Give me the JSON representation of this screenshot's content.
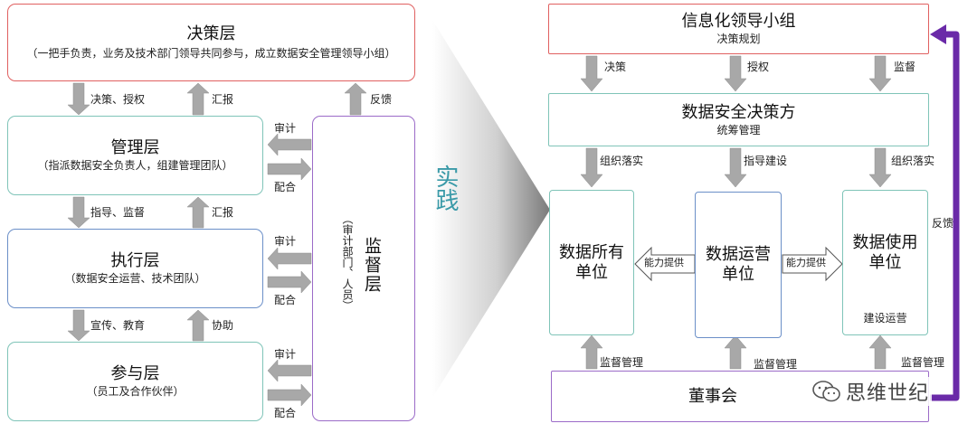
{
  "left": {
    "layers": {
      "decision": {
        "title": "决策层",
        "subtitle": "（一把手负责，业务及技术部门领导共同参与，成立数据安全管理领导小组）"
      },
      "management": {
        "title": "管理层",
        "subtitle": "（指派数据安全负责人，组建管理团队）"
      },
      "execution": {
        "title": "执行层",
        "subtitle": "（数据安全运营、技术团队）"
      },
      "participation": {
        "title": "参与层",
        "subtitle": "（员工及合作伙伴）"
      }
    },
    "supervision": {
      "title": "监督层",
      "subtitle": "（审计部门、人员）"
    },
    "arrows": {
      "decide_authorize": "决策、授权",
      "report": "汇报",
      "guide_supervise": "指导、监督",
      "report2": "汇报",
      "publicize_educate": "宣传、教育",
      "assist": "协助",
      "feedback": "反馈",
      "audit": "审计",
      "cooperate": "配合"
    }
  },
  "middle": {
    "label": "实践",
    "colors": {
      "chevron_dark": "#7a7a7a",
      "text": "#3a9aa8"
    }
  },
  "right": {
    "leadership": {
      "title": "信息化领导小组",
      "subtitle": "决策规划"
    },
    "security_decision": {
      "title": "数据安全决策方",
      "subtitle": "统筹管理"
    },
    "owner": {
      "title": "数据所有单位"
    },
    "operator": {
      "title": "数据运营单位"
    },
    "user": {
      "title": "数据使用单位",
      "subtitle": "建设运营"
    },
    "board": {
      "title": "董事会"
    },
    "arrows": {
      "decide": "决策",
      "authorize": "授权",
      "supervise": "监督",
      "organize_implement": "组织落实",
      "guide_build": "指导建设",
      "organize_implement2": "组织落实",
      "capability_left": "能力提供",
      "capability_right": "能力提供",
      "supervise_manage_1": "监督管理",
      "supervise_manage_2": "监督管理",
      "supervise_manage_3": "监督管理",
      "feedback": "反馈"
    }
  },
  "watermark": {
    "text": "思维世纪",
    "icon": "wechat-icon"
  },
  "colors": {
    "red": "#e06060",
    "teal": "#7fc4b8",
    "blue": "#6b8fc8",
    "purple": "#9b6bc8",
    "arrow_gray": "#a8a8a8",
    "purple_arrow": "#6a2aa8"
  }
}
